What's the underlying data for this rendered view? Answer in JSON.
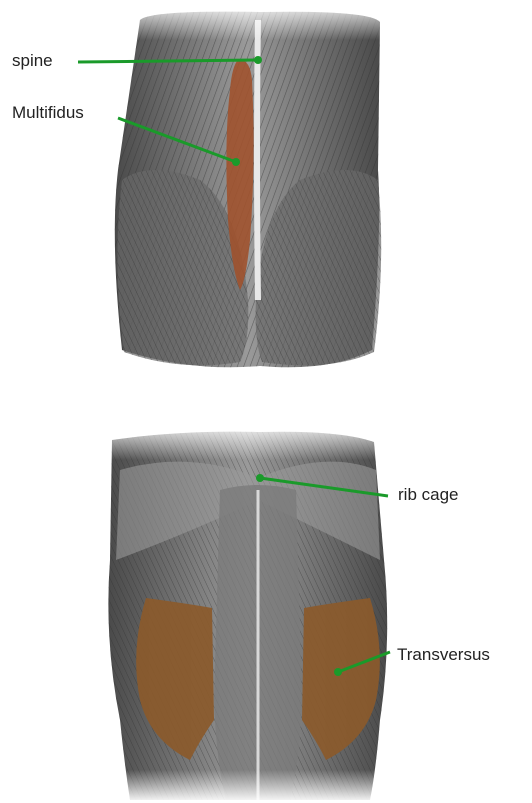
{
  "labels": {
    "spine": "spine",
    "multifidus": "Multifidus",
    "rib_cage": "rib cage",
    "transversus": "Transversus"
  },
  "colors": {
    "leader_line": "#1a9a2a",
    "muscle_gray": "#8a8a8a",
    "muscle_dark": "#3a3a3a",
    "multifidus_fill": "#a0522d",
    "transversus_fill": "#8b5a2b",
    "background": "#ffffff"
  },
  "figures": [
    {
      "name": "lower-back-posterior-view"
    },
    {
      "name": "abdomen-anterior-view"
    }
  ]
}
